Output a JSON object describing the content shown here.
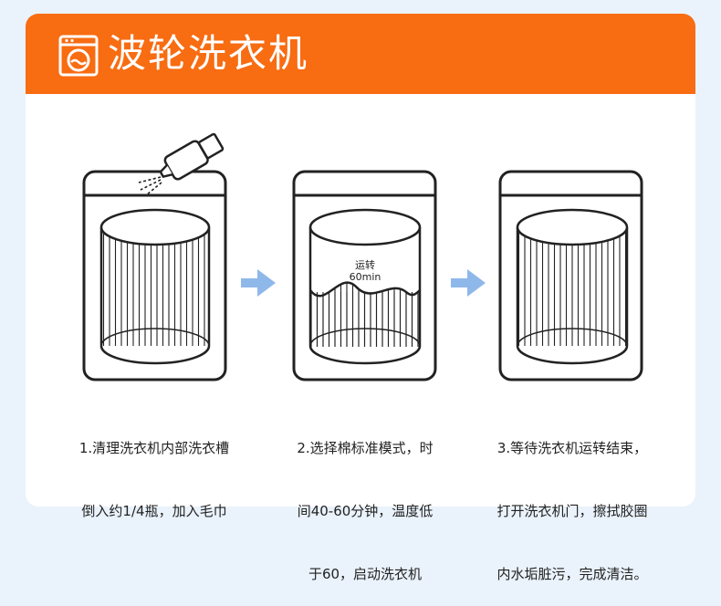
{
  "header": {
    "title": "波轮洗衣机",
    "icon": "washing-machine-icon"
  },
  "colors": {
    "accent": "#f86c12",
    "arrow": "#8fb8ea",
    "line": "#222222"
  },
  "steps": [
    {
      "lines": [
        "1.清理洗衣机内部洗衣槽",
        "倒入约1/4瓶，加入毛巾"
      ]
    },
    {
      "lines": [
        "2.选择棉标准模式，时",
        "间40-60分钟，温度低",
        "于60，启动洗衣机"
      ],
      "tub_label_1": "运转",
      "tub_label_2": "60min"
    },
    {
      "lines": [
        "3.等待洗衣机运转结束，",
        "打开洗衣机门，擦拭胶圈",
        "内水垢脏污，完成清洁。"
      ]
    }
  ]
}
